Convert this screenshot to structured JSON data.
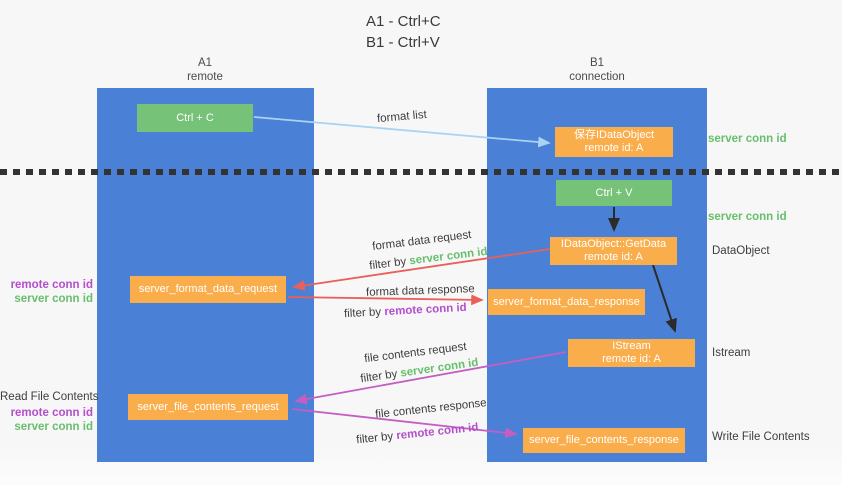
{
  "title": {
    "line1": "A1 - Ctrl+C",
    "line2": "B1 - Ctrl+V"
  },
  "lanes": {
    "a": {
      "name": "A1",
      "role": "remote"
    },
    "b": {
      "name": "B1",
      "role": "connection"
    }
  },
  "nodes": {
    "ctrl_c": "Ctrl + C",
    "ctrl_v": "Ctrl + V",
    "save_dataobject_line1": "保存IDataObject",
    "save_dataobject_line2": "remote id: A",
    "getdata_line1": "IDataObject::GetData",
    "getdata_line2": "remote id: A",
    "istream_line1": "IStream",
    "istream_line2": "remote id: A",
    "format_request": "server_format_data_request",
    "format_response": "server_format_data_response",
    "file_request": "server_file_contents_request",
    "file_response": "server_file_contents_response"
  },
  "labels": {
    "format_list": "format list",
    "format_data_request": "format data request",
    "format_data_response": "format data response",
    "file_contents_request": "file contents request",
    "file_contents_response": "file contents response",
    "filter_by": "filter by",
    "server_conn_id": "server conn id",
    "remote_conn_id": "remote conn id",
    "data_object": "DataObject",
    "istream": "Istream",
    "read_file_contents": "Read File Contents",
    "write_file_contents": "Write File Contents"
  },
  "colors": {
    "lane_blue": "#4a80d6",
    "green_box": "#76c279",
    "orange_box": "#f9ad4b",
    "green_text": "#67bf6b",
    "purple_text": "#b44ecd",
    "blue_arrow": "#a9d3f2",
    "red_arrow": "#e9605a",
    "magenta_arrow": "#c45ec2",
    "black_arrow": "#2b2b2b"
  }
}
